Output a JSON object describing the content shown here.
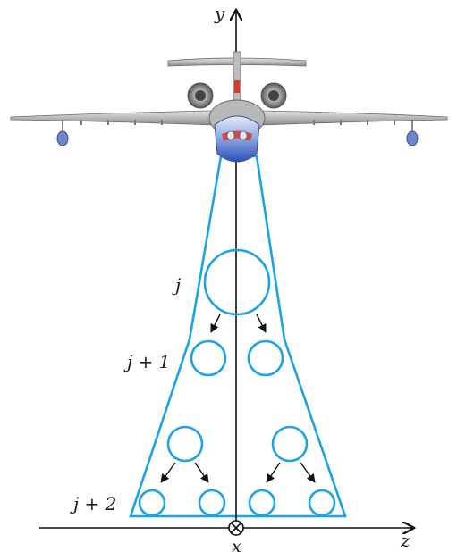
{
  "axes": {
    "y": "y",
    "x": "x",
    "z": "z"
  },
  "levels": [
    {
      "label": "j"
    },
    {
      "label": "j + 1"
    },
    {
      "label": "j + 2"
    }
  ],
  "colors": {
    "beam": "#1ca3e0",
    "axis": "#111111",
    "aircraft_body": "#c8c8c8",
    "aircraft_nose": "#3b5fc0",
    "aircraft_accent": "#d43b2f"
  },
  "icons": [
    "aircraft-icon",
    "into-page-axis-icon"
  ]
}
